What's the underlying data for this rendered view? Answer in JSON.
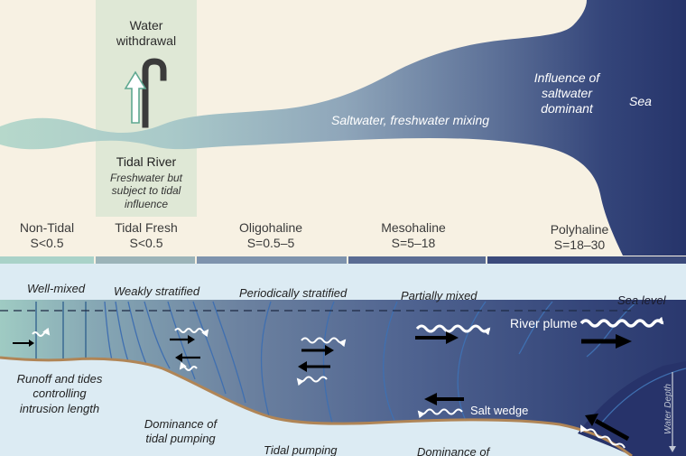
{
  "top": {
    "water_withdrawal": [
      "Water",
      "withdrawal"
    ],
    "tidal_river": {
      "title": "Tidal River",
      "desc": [
        "Freshwater but",
        "subject to tidal",
        "influence"
      ]
    },
    "mixing_label": "Saltwater, freshwater mixing",
    "influence_label": [
      "Influence of",
      "saltwater",
      "dominant"
    ],
    "sea_label": "Sea"
  },
  "zones": [
    {
      "name": "Non-Tidal",
      "salinity": "S<0.5"
    },
    {
      "name": "Tidal Fresh",
      "salinity": "S<0.5"
    },
    {
      "name": "Oligohaline",
      "salinity": "S=0.5–5"
    },
    {
      "name": "Mesohaline",
      "salinity": "S=5–18"
    },
    {
      "name": "Polyhaline",
      "salinity": "S=18–30"
    }
  ],
  "bottom": {
    "mixing_states": [
      "Well-mixed",
      "Weakly stratified",
      "Periodically stratified",
      "Partially mixed"
    ],
    "sea_level": "Sea level",
    "river_plume": "River plume",
    "salt_wedge": "Salt wedge",
    "water_depth": "Water Depth",
    "annotations": {
      "runoff": [
        "Runoff and tides",
        "controlling",
        "intrusion length"
      ],
      "tidal_pumping_dominance": [
        "Dominance of",
        "tidal pumping"
      ],
      "tidal_pumping": "Tidal pumping",
      "dominance_of": "Dominance of"
    }
  },
  "colors": {
    "background": "#f7f1e3",
    "fresh": "#b6d8cb",
    "mid": "#6d85a2",
    "sea": "#27366b",
    "sky": "#dcebf3",
    "riverbed": "#b08556"
  }
}
